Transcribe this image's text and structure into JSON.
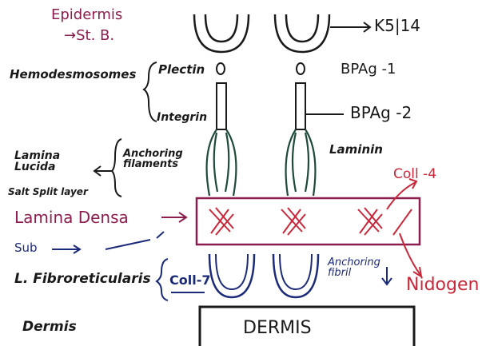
{
  "labels": {
    "epidermis": "Epidermis",
    "st_b": "→St. B.",
    "k5_14": "K5|14",
    "hemidesmosomes": "Hemodesmosomes",
    "plectin": "Plectin",
    "integrin": "Integrin",
    "bpag1": "BPAg -1",
    "bpag2": "BPAg -2",
    "lamina_lucida": "Lamina Lucida",
    "salt_split": "Salt Split layer",
    "anchoring_filaments": "Anchoring filaments",
    "laminin": "Laminin",
    "coll4": "Coll -4",
    "lamina_densa": "Lamina Densa",
    "sub": "Sub",
    "l_fibroreticularis": "L. Fibroreticularis",
    "coll7": "Coll-7",
    "anchoring_fibril": "Anchoring fibril",
    "nidogen": "Nidogen",
    "dermis_side": "Dermis",
    "dermis_box": "DERMIS"
  },
  "colors": {
    "ink": "#1a1a1a",
    "maroon": "#8e1d4f",
    "green": "#1e4a3a",
    "blue": "#1c2a7a",
    "red": "#c8283a"
  }
}
